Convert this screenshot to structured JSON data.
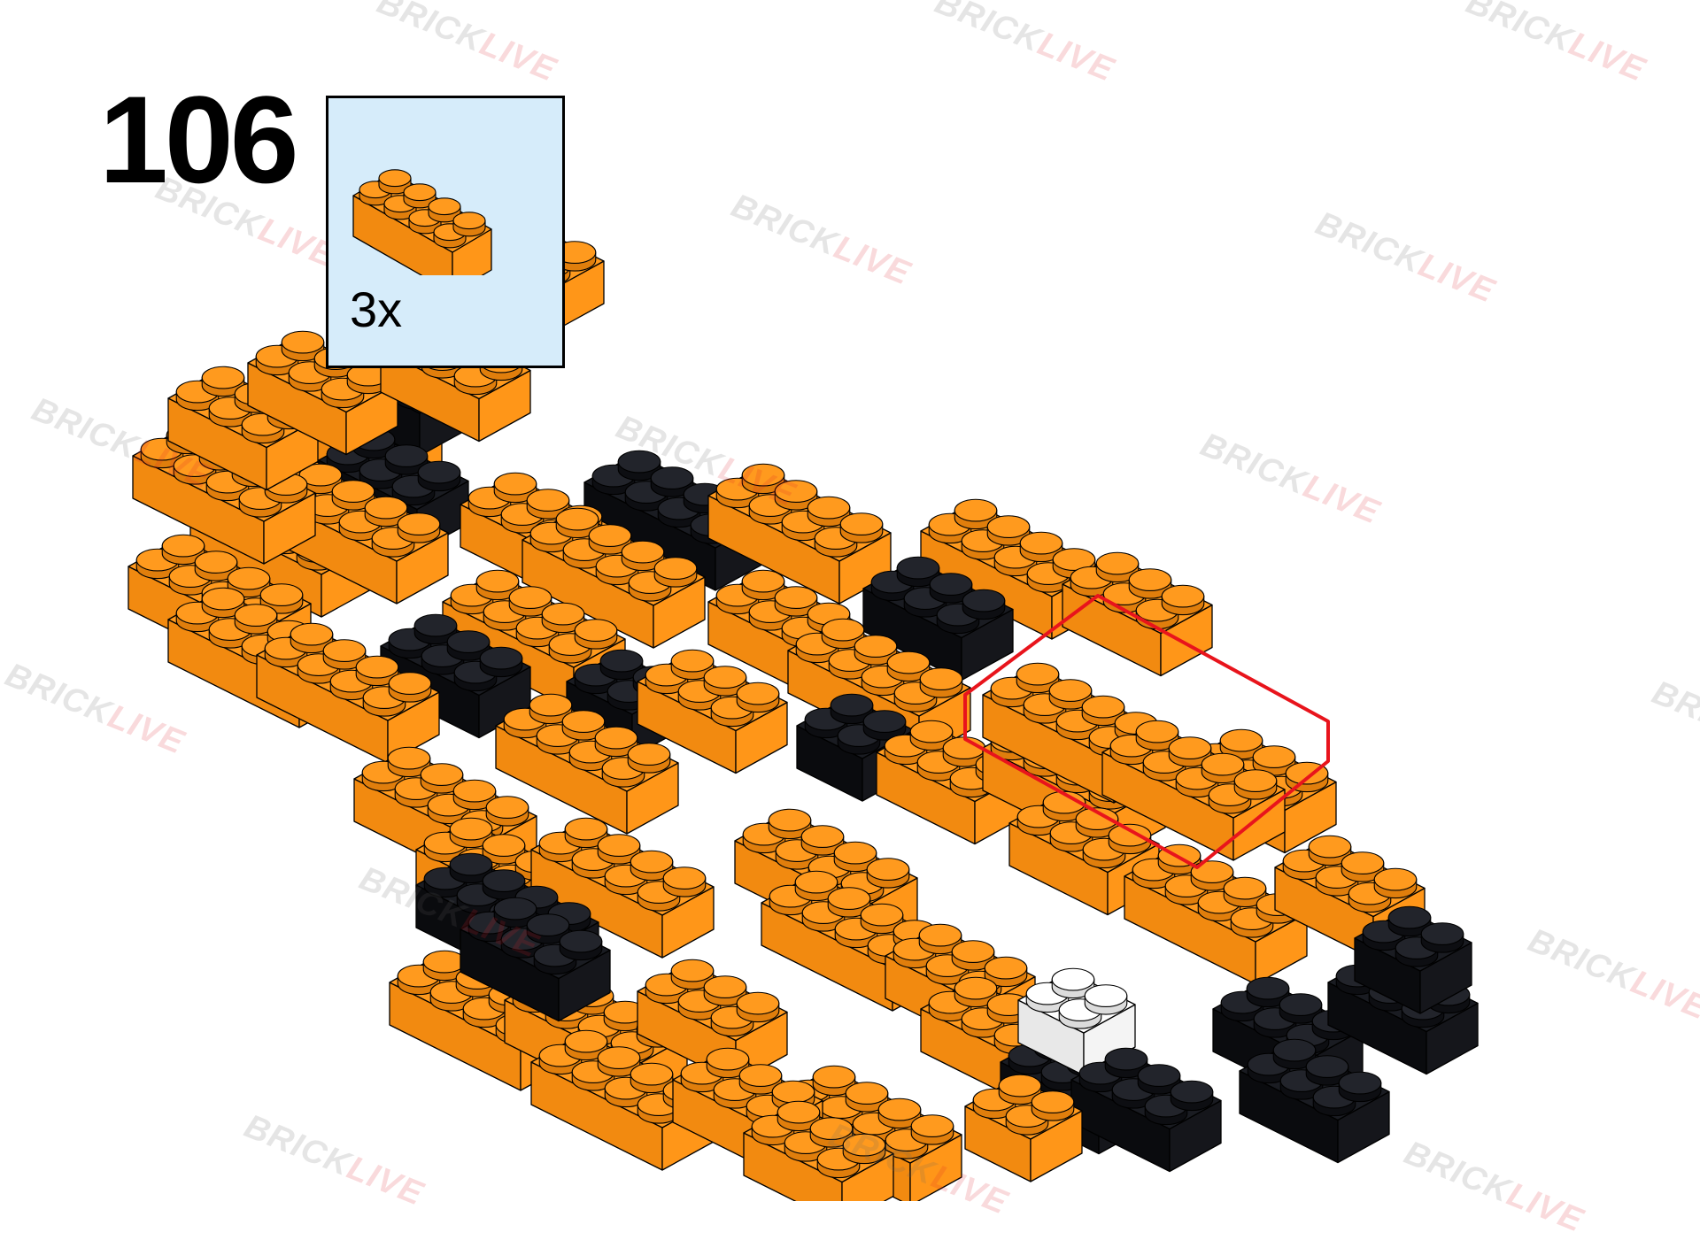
{
  "step": {
    "number": "106"
  },
  "parts_callout": {
    "quantity": "3x",
    "part_icon": "orange-2x4-brick-icon"
  },
  "watermark": {
    "part1": "BRICK",
    "part2": "LIVE"
  },
  "colors": {
    "orange_top": "#ff9a1e",
    "orange_side": "#f48a12",
    "black_top": "#1a1c22",
    "black_side": "#0a0b0e",
    "white_top": "#ffffff",
    "white_side": "#e8e8e8",
    "highlight": "#e8141c",
    "callout_bg": "#d6ecfa",
    "watermark_grey": "#666666",
    "watermark_red": "#e0202a"
  }
}
